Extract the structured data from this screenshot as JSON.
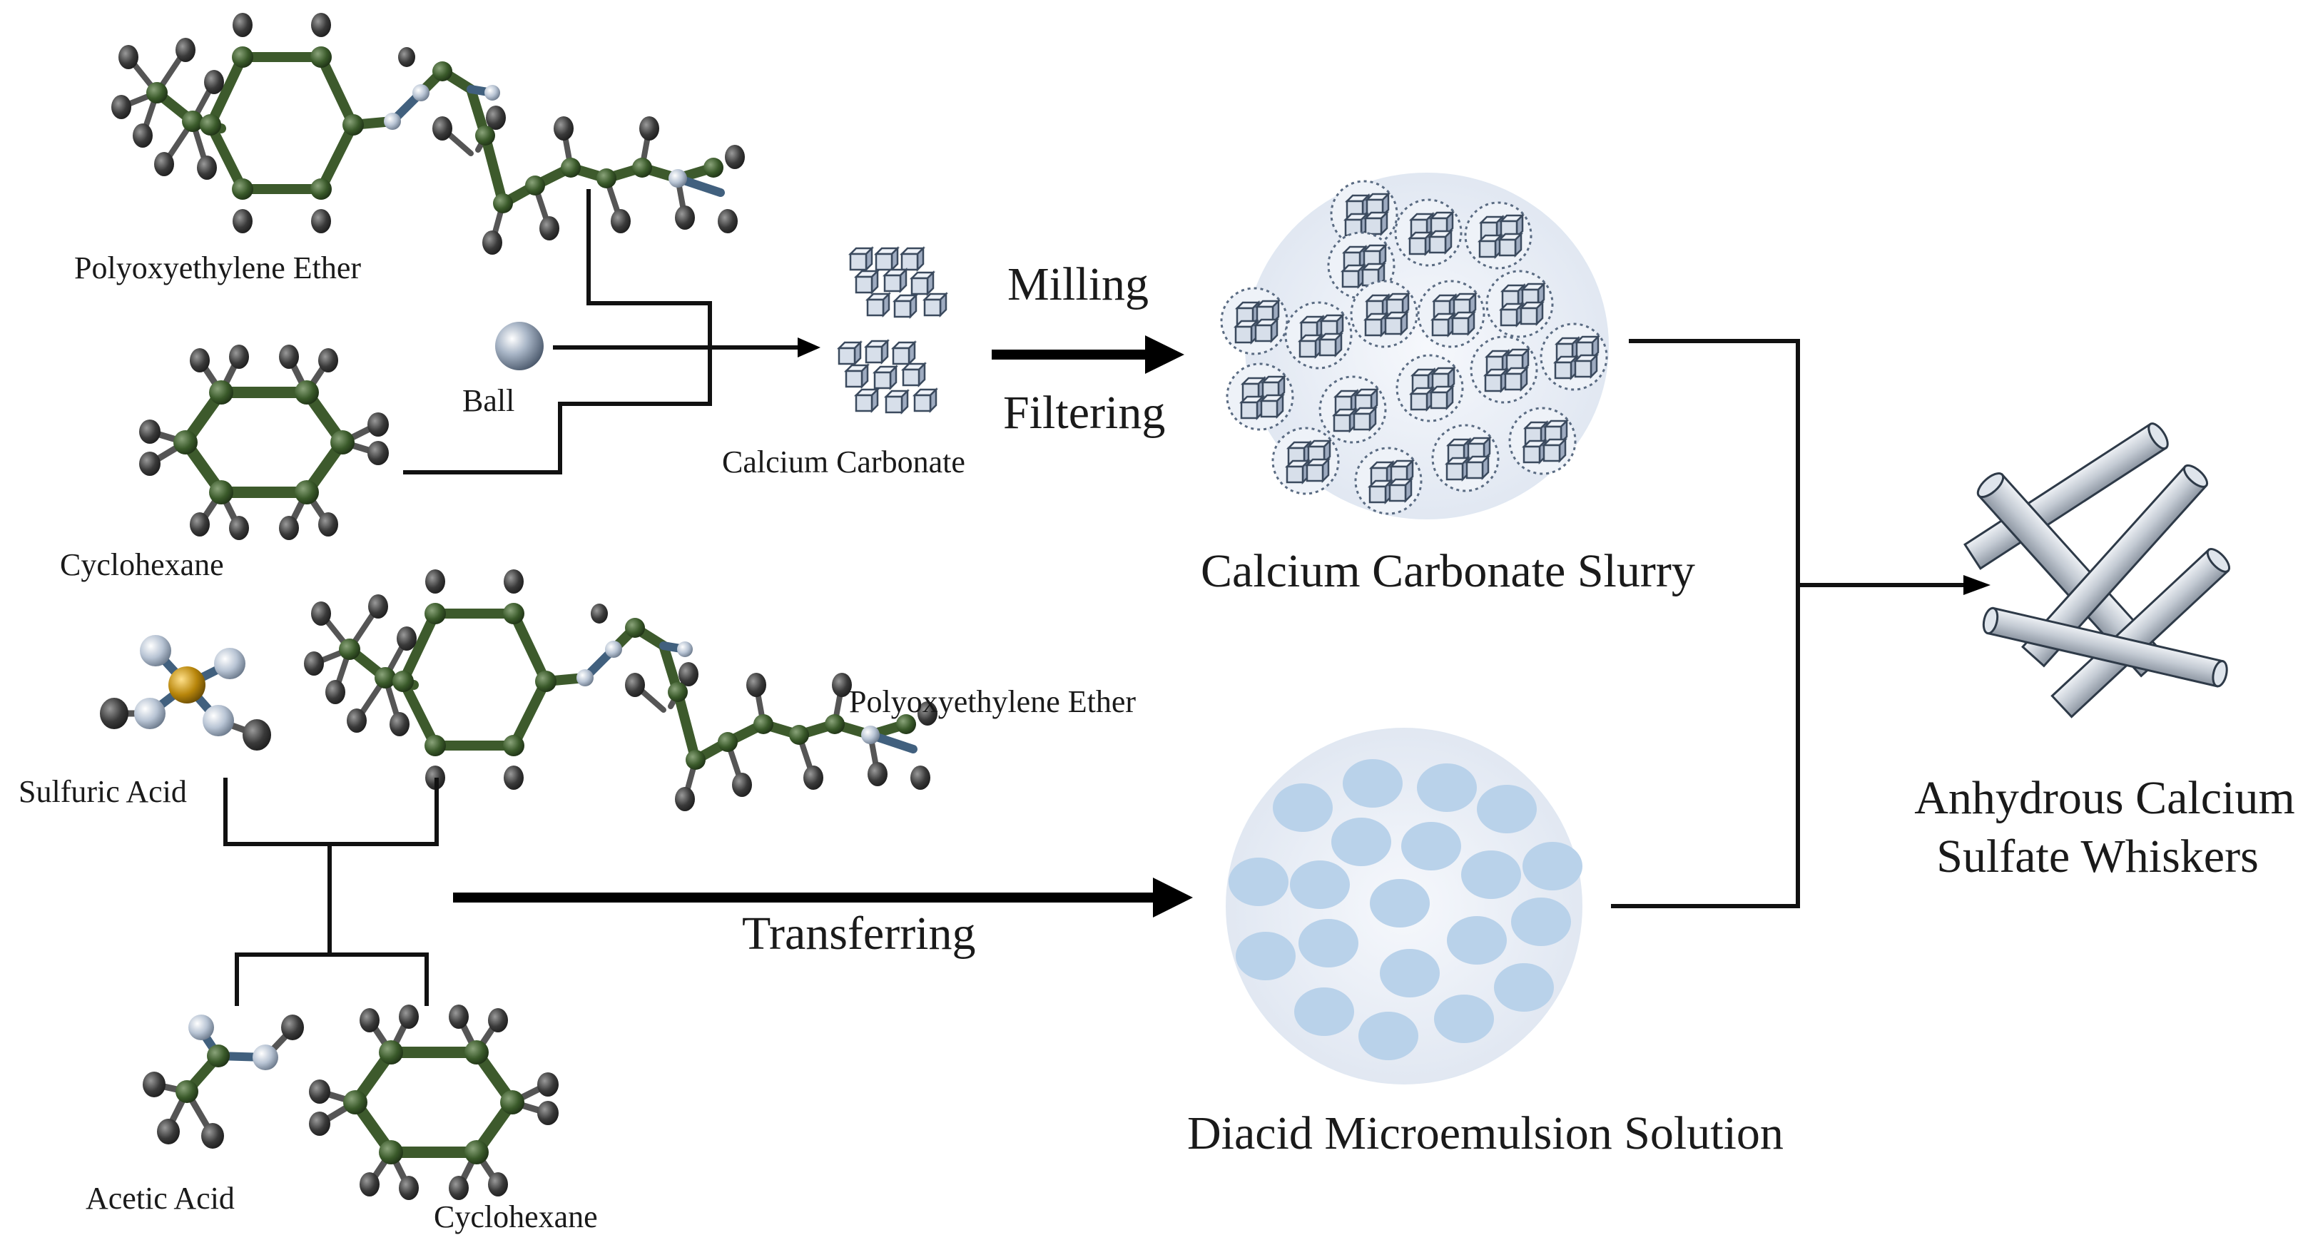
{
  "labels": {
    "polyoxyethylene_ether_top": "Polyoxyethylene  Ether",
    "ball": "Ball",
    "cyclohexane_top": "Cyclohexane",
    "calcium_carbonate": "Calcium  Carbonate",
    "milling": "Milling",
    "filtering": "Filtering",
    "calcium_carbonate_slurry": "Calcium Carbonate Slurry",
    "sulfuric_acid": "Sulfuric Acid",
    "polyoxyethylene_ether_mid": "Polyoxyethylene  Ether",
    "transferring": "Transferring",
    "diacid_microemulsion": "Diacid Microemulsion Solution",
    "acetic_acid": "Acetic Acid",
    "cyclohexane_bottom": "Cyclohexane",
    "product_line1": "Anhydrous Calcium",
    "product_line2": "Sulfate Whiskers"
  },
  "colors": {
    "carbon": "#3d5a2c",
    "atom": "#4a4a4a",
    "nitrogen": "#41607e",
    "sulfur": "#b8860b",
    "slurry_circle": "#e9eef6",
    "emulsion_droplet": "#b9d2ea",
    "whisker": "#c9d0d8"
  }
}
